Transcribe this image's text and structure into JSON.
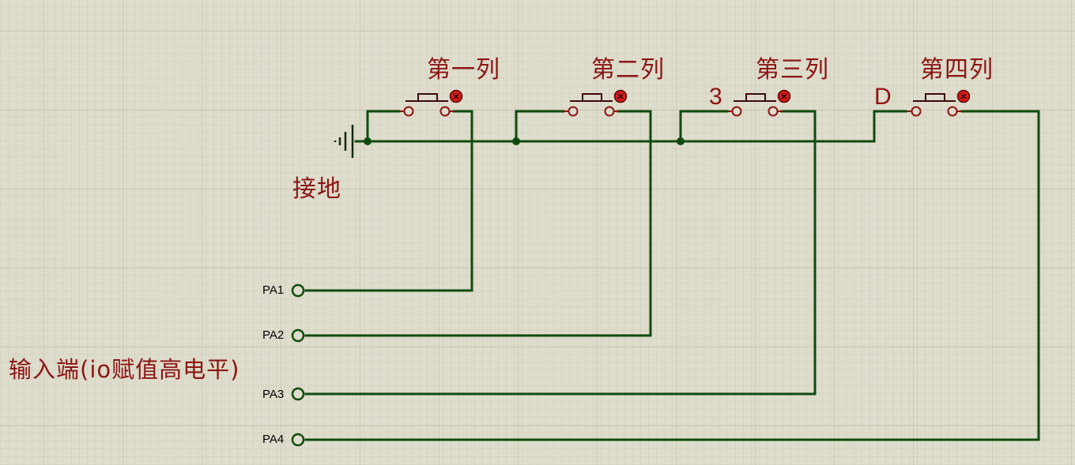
{
  "schematic": {
    "ground_label": "接地",
    "input_label": "输入端(io赋值高电平)",
    "buttons": [
      {
        "title": "第一列",
        "ref": ""
      },
      {
        "title": "第二列",
        "ref": ""
      },
      {
        "title": "第三列",
        "ref": "3"
      },
      {
        "title": "第四列",
        "ref": "D"
      }
    ],
    "terminals": [
      {
        "label": "PA1"
      },
      {
        "label": "PA2"
      },
      {
        "label": "PA3"
      },
      {
        "label": "PA4"
      }
    ]
  },
  "colors": {
    "background": "#dedccb",
    "grid": "#c8c6b2",
    "wire": "#0f4a0f",
    "component": "#8c1414",
    "pin": "#d41c1c",
    "label": "#8c1414"
  }
}
